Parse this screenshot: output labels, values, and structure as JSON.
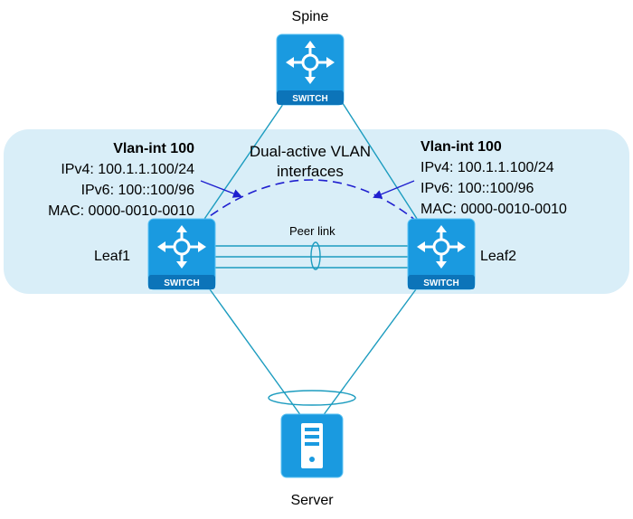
{
  "nodes": {
    "spine": {
      "label": "Spine",
      "badge": "SWITCH"
    },
    "leaf1": {
      "label": "Leaf1",
      "badge": "SWITCH"
    },
    "leaf2": {
      "label": "Leaf2",
      "badge": "SWITCH"
    },
    "server": {
      "label": "Server"
    }
  },
  "links": {
    "peer_link": "Peer link"
  },
  "annotations": {
    "dual_active": {
      "line1": "Dual-active VLAN",
      "line2": "interfaces"
    }
  },
  "leaf1_info": {
    "title": "Vlan-int 100",
    "ipv4": "IPv4: 100.1.1.100/24",
    "ipv6": "IPv6: 100::100/96",
    "mac": "MAC: 0000-0010-0010"
  },
  "leaf2_info": {
    "title": "Vlan-int 100",
    "ipv4": "IPv4: 100.1.1.100/24",
    "ipv6": "IPv6: 100::100/96",
    "mac": "MAC: 0000-0010-0010"
  },
  "colors": {
    "device_fill": "#1a9ae0",
    "device_edge": "#5cc3f3",
    "badge_fill": "#0c74b9",
    "link_line": "#1c9cbf",
    "region_fill": "#d9eef8",
    "dashed_arc": "#1f1fcf"
  },
  "icons": {
    "switch": "switch-icon",
    "server": "server-icon"
  }
}
